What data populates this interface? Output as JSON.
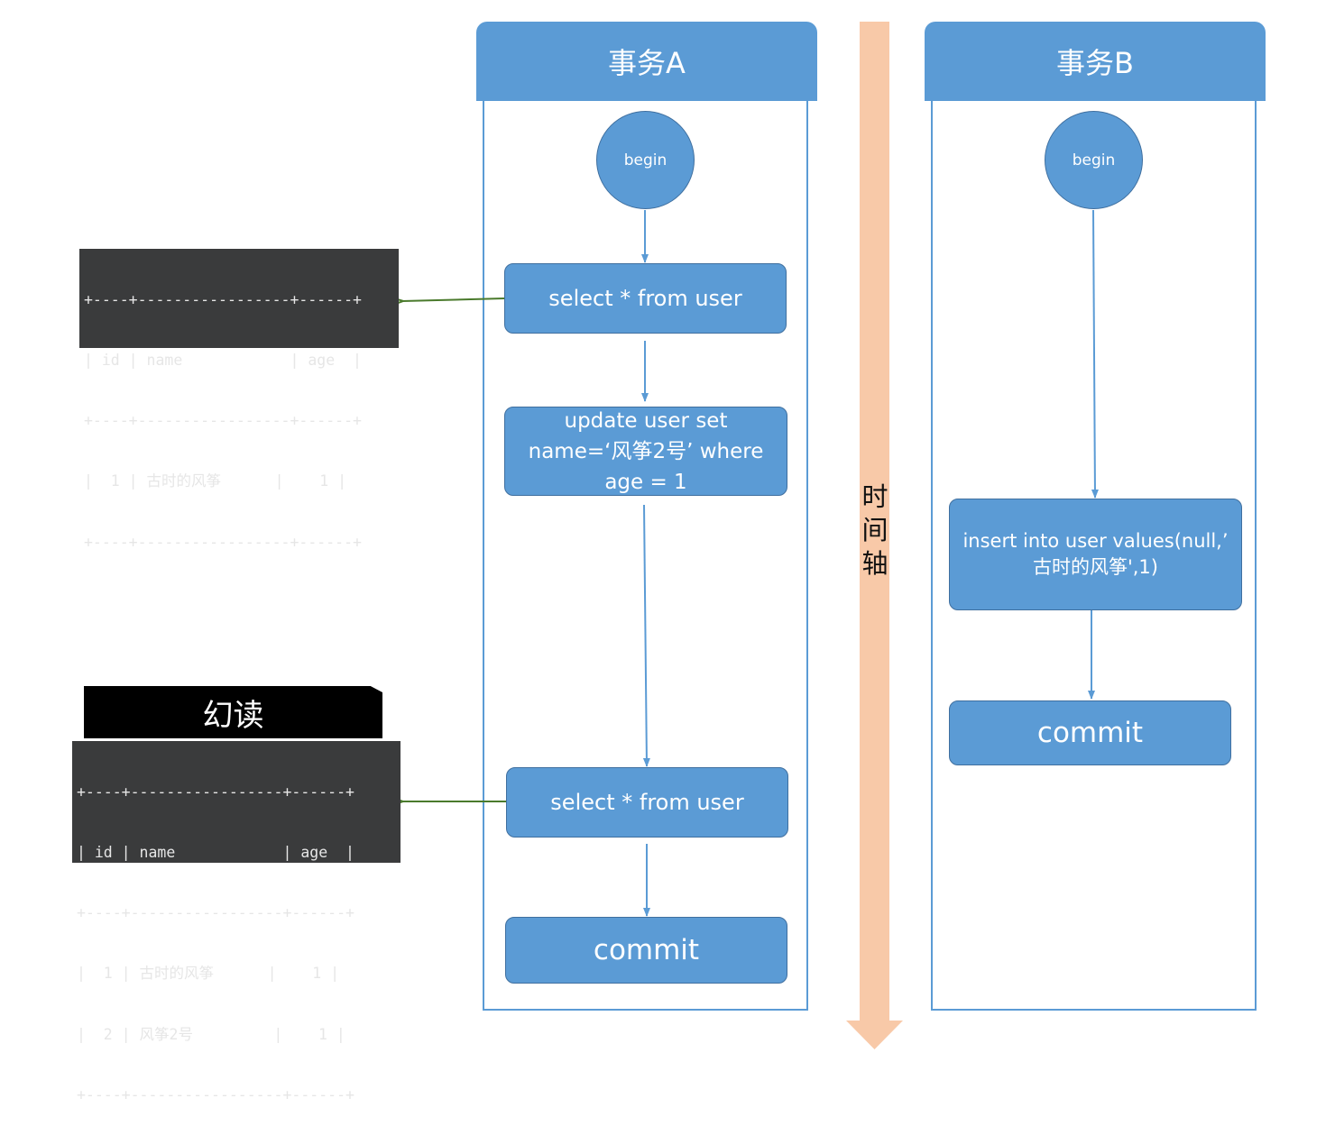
{
  "lanes": {
    "a": {
      "title": "事务A",
      "begin": "begin",
      "select1": "select * from user",
      "update": [
        "update user set",
        "name=‘风筝2号’ where",
        "age = 1"
      ],
      "select2": "select * from user",
      "commit": "commit"
    },
    "b": {
      "title": "事务B",
      "begin": "begin",
      "insert": [
        "insert into user values(null,’",
        "古时的风筝',1)"
      ],
      "commit": "commit"
    }
  },
  "timeline": {
    "label": [
      "时",
      "间",
      "轴"
    ]
  },
  "result1": {
    "rows": [
      "+----+-----------------+------+",
      "| id | name            | age  |",
      "+----+-----------------+------+",
      "|  1 | 古时的风筝      |    1 |",
      "+----+-----------------+------+"
    ]
  },
  "phantom": {
    "label": "幻读",
    "rows": [
      "+----+-----------------+------+",
      "| id | name            | age  |",
      "+----+-----------------+------+",
      "|  1 | 古时的风筝      |    1 |",
      "|  2 | 风筝2号         |    1 |",
      "+----+-----------------+------+"
    ]
  },
  "colors": {
    "box_fill": "#5b9bd5",
    "box_border": "#3f6f9f",
    "timeline": "#f8c9a8",
    "result_arrow": "#4a7a2c",
    "terminal_bg": "#3a3b3c"
  }
}
